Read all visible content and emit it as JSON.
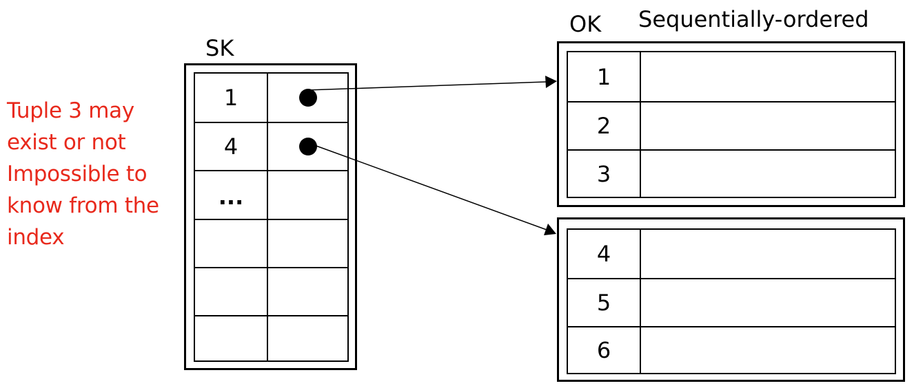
{
  "note": {
    "lines": [
      "Tuple 3 may",
      "exist or not",
      "Impossible to",
      "know from the",
      "index"
    ],
    "color": "#e8291c"
  },
  "secondary_index": {
    "label": "SK",
    "rows": [
      {
        "key": "1",
        "pointer": true
      },
      {
        "key": "4",
        "pointer": true
      },
      {
        "key": "...",
        "pointer": false
      },
      {
        "key": "",
        "pointer": false
      },
      {
        "key": "",
        "pointer": false
      },
      {
        "key": "",
        "pointer": false
      }
    ]
  },
  "data_file": {
    "key_label": "OK",
    "order_label": "Sequentially-ordered",
    "blocks": [
      {
        "rows": [
          "1",
          "2",
          "3"
        ]
      },
      {
        "rows": [
          "4",
          "5",
          "6"
        ]
      }
    ]
  }
}
